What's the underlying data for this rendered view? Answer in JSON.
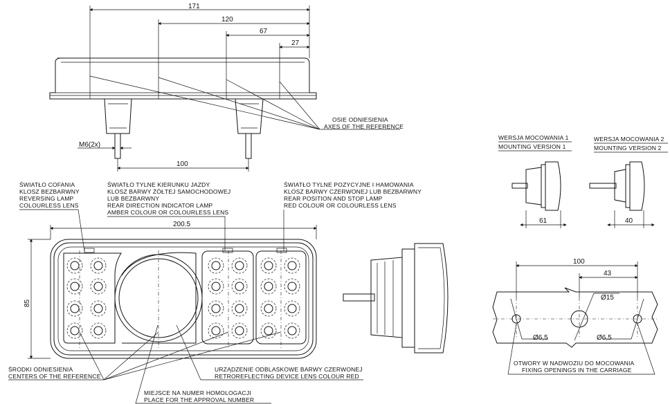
{
  "top_view": {
    "dims": [
      "171",
      "120",
      "67",
      "27"
    ],
    "thread_label": "M6(2x)",
    "spacing": "100",
    "axes_label_pl": "OSIE ODNIESIENIA",
    "axes_label_en": "AXES OF THE REFERENCE"
  },
  "front_view": {
    "width": "200.5",
    "height": "85",
    "reversing": [
      "ŚWIATŁO COFANIA",
      "KLOSZ BEZBARWNY",
      "REVERSING LAMP",
      "COLOURLESS LENS"
    ],
    "direction": [
      "ŚWIATŁO TYLNE KIERUNKU JAZDY",
      "KLOSZ BARWY ŻÓŁTEJ SAMOCHODOWEJ",
      "LUB BEZBARWNY",
      "REAR DIRECTION INDICATOR LAMP",
      "AMBER COLOUR OR COLOURLESS LENS"
    ],
    "position": [
      "ŚWIATŁO TYLNE POZYCYJNE I HAMOWANIA",
      "KLOSZ BARWY CZERWONEJ LUB BEZBARWNY",
      "REAR POSITION AND STOP LAMP",
      "RED COLOUR OR COLOURLESS LENS"
    ],
    "centers": [
      "ŚRODKI ODNIESIENIA",
      "CENTERS OF THE REFERENCE"
    ],
    "retro": [
      "URZĄDZENIE ODBLASKOWE BARWY CZERWONEJ",
      "RETROREFLECTING DEVICE LENS COLOUR RED"
    ],
    "homolog": [
      "MIEJSCE NA NUMER HOMOLOGACJI",
      "PLACE FOR THE APPROVAL NUMBER"
    ]
  },
  "mounting": {
    "v1": [
      "WERSJA MOCOWANIA 1",
      "MOUNTING VERSION 1"
    ],
    "v1_dim": "61",
    "v2": [
      "WERSJA MOCOWANIA 2",
      "MOUNTING VERSION 2"
    ],
    "v2_dim": "40"
  },
  "holes": {
    "d100": "100",
    "d43": "43",
    "phi15": "Ø15",
    "phi65a": "Ø6,5",
    "phi65b": "Ø6,5",
    "caption": [
      "OTWORY W NADWOZIU DO MOCOWANIA",
      "FIXING OPENINGS IN THE CARRIAGE"
    ]
  }
}
